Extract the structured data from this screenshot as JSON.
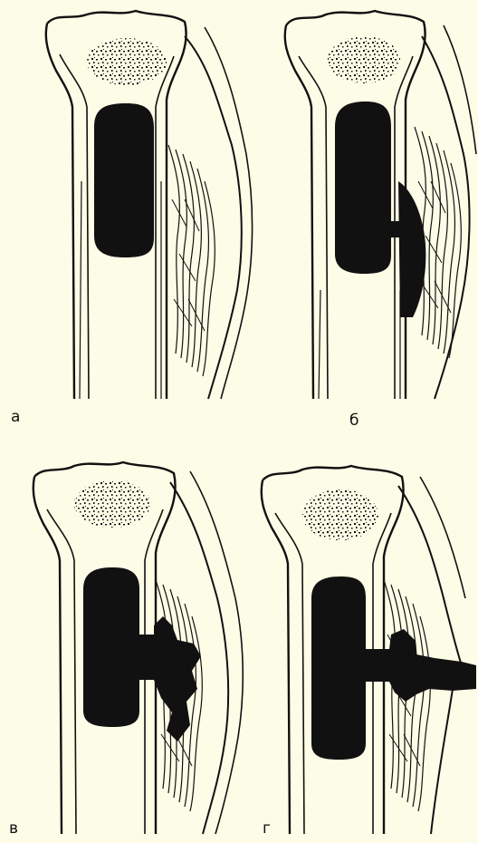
{
  "panels": [
    {
      "label": "а"
    },
    {
      "label": "б"
    },
    {
      "label": "в"
    },
    {
      "label": "г"
    }
  ],
  "colors": {
    "background": "#fdfce6",
    "ink": "#111111"
  }
}
